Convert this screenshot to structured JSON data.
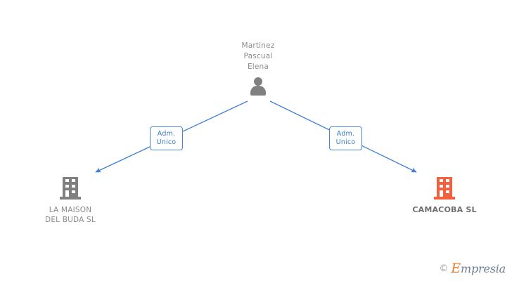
{
  "graph": {
    "title": "Corporate relationship graph",
    "background_color": "#ffffff",
    "edge_color": "#4a86d8",
    "person_color": "#808080",
    "company_gray": "#808080",
    "company_orange": "#f4603e"
  },
  "person": {
    "name": "Martinez\nPascual\nElena",
    "icon": "person-icon"
  },
  "relations": [
    {
      "label": "Adm.\nUnico",
      "from": "person",
      "to": "company-left"
    },
    {
      "label": "Adm.\nUnico",
      "from": "person",
      "to": "company-right"
    }
  ],
  "companies": [
    {
      "name": "LA MAISON\nDEL BUDA SL",
      "icon": "building-icon",
      "color": "#808080",
      "highlighted": false
    },
    {
      "name": "CAMACOBA SL",
      "icon": "building-icon",
      "color": "#f4603e",
      "highlighted": true
    }
  ],
  "watermark": {
    "copyright": "©",
    "brand_initial": "E",
    "brand_rest": "mpresia"
  }
}
